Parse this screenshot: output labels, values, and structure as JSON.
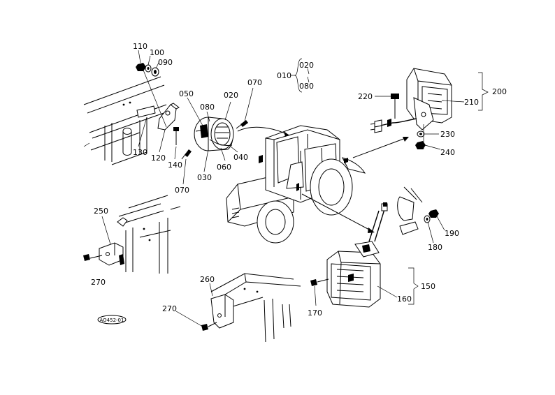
{
  "diagram": {
    "part_labels": {
      "p110": "110",
      "p100": "100",
      "p090": "090",
      "p050": "050",
      "p080a": "080",
      "p020a": "020",
      "p070a": "070",
      "p130": "130",
      "p120": "120",
      "p140": "140",
      "p030": "030",
      "p060": "060",
      "p040": "040",
      "p070b": "070",
      "p010": "010",
      "p020b": "020",
      "p080b": "080",
      "p220": "220",
      "p210": "210",
      "p200": "200",
      "p230": "230",
      "p240": "240",
      "p250": "250",
      "p270a": "270",
      "p190": "190",
      "p180": "180",
      "p260": "260",
      "p270b": "270",
      "p170": "170",
      "p160": "160",
      "p150": "150"
    },
    "drawing_code": "AO452-01"
  }
}
